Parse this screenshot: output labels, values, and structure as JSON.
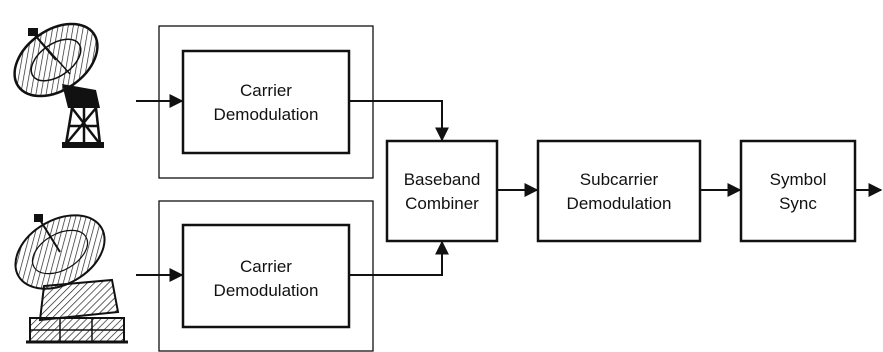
{
  "blocks": {
    "carrier_top": {
      "line1": "Carrier",
      "line2": "Demodulation"
    },
    "carrier_bottom": {
      "line1": "Carrier",
      "line2": "Demodulation"
    },
    "baseband": {
      "line1": "Baseband",
      "line2": "Combiner"
    },
    "subcarrier": {
      "line1": "Subcarrier",
      "line2": "Demodulation"
    },
    "symbol_sync": {
      "line1": "Symbol",
      "line2": "Sync"
    }
  },
  "icons": {
    "top_antenna": "satellite-dish-icon",
    "bottom_antenna": "satellite-dish-icon"
  }
}
